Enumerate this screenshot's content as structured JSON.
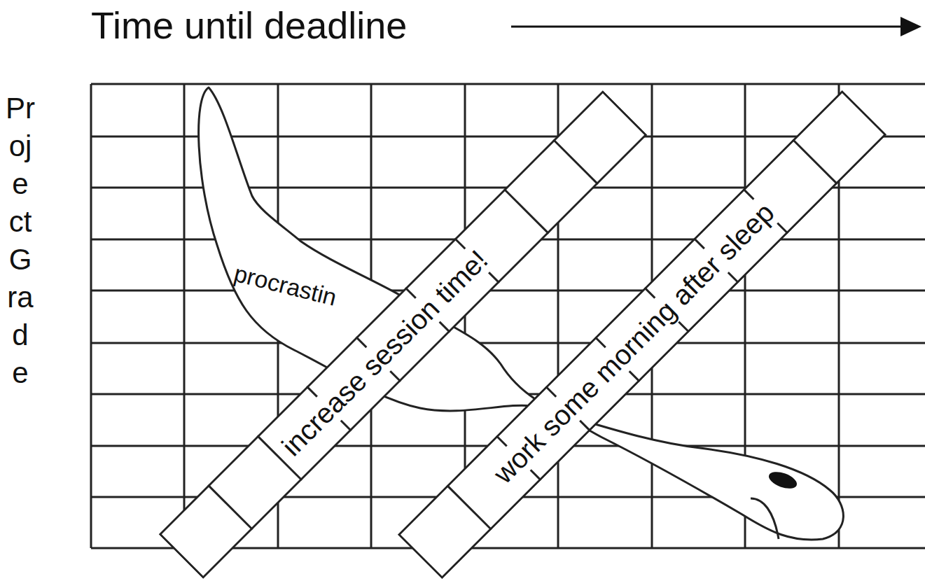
{
  "diagram": {
    "nodes": [
      {
        "text": [
          "procrastin"
        ]
      },
      {
        "text": [
          "increase session time!"
        ]
      },
      {
        "text": [
          "work some morning after sleep"
        ]
      }
    ],
    "labels": [
      "Time until deadline",
      "Project Grade"
    ]
  }
}
